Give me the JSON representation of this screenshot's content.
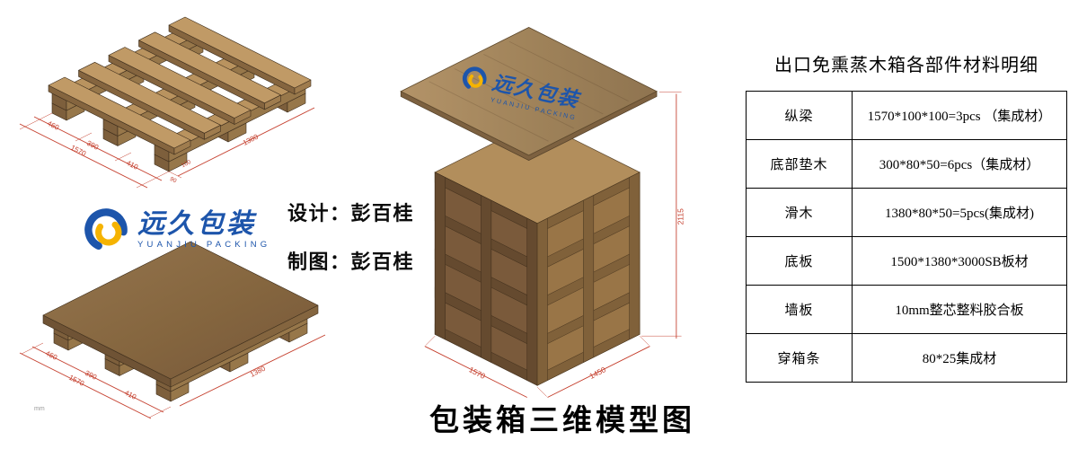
{
  "page_title": "包装箱三维模型图",
  "brand": {
    "cn": "远久包装",
    "en": "YUANJIU PACKING"
  },
  "lid_brand": {
    "cn": "远久包装",
    "en": "YUANJIU PACKING"
  },
  "credits": {
    "design": "设计：彭百桂",
    "draft": "制图：彭百桂"
  },
  "materials": {
    "title": "出口免熏蒸木箱各部件材料明细",
    "rows": [
      {
        "part": "纵梁",
        "spec": "1570*100*100=3pcs （集成材）"
      },
      {
        "part": "底部垫木",
        "spec": "300*80*50=6pcs（集成材）"
      },
      {
        "part": "滑木",
        "spec": "1380*80*50=5pcs(集成材)"
      },
      {
        "part": "底板",
        "spec": "1500*1380*3000SB板材"
      },
      {
        "part": "墙板",
        "spec": "10mm整芯整料胶合板"
      },
      {
        "part": "穿箱条",
        "spec": "80*25集成材"
      }
    ]
  },
  "dims": {
    "frame": {
      "seg1": "460",
      "seg2": "390",
      "seg3": "410",
      "total": "1570",
      "side": "1380",
      "small1": "100",
      "small2": "90"
    },
    "board": {
      "seg1": "460",
      "seg2": "390",
      "seg3": "410",
      "total": "1570",
      "side": "1380"
    },
    "crate": {
      "height": "2115",
      "front": "1450",
      "side": "1570"
    }
  },
  "watermark": "mm",
  "colors": {
    "dim_red": "#c43d2b",
    "brand_blue": "#1d55ab",
    "brand_yellow": "#f5b301",
    "wood_top": "#b9935f",
    "wood_front": "#7d5f3c",
    "wood_side": "#97774a"
  }
}
